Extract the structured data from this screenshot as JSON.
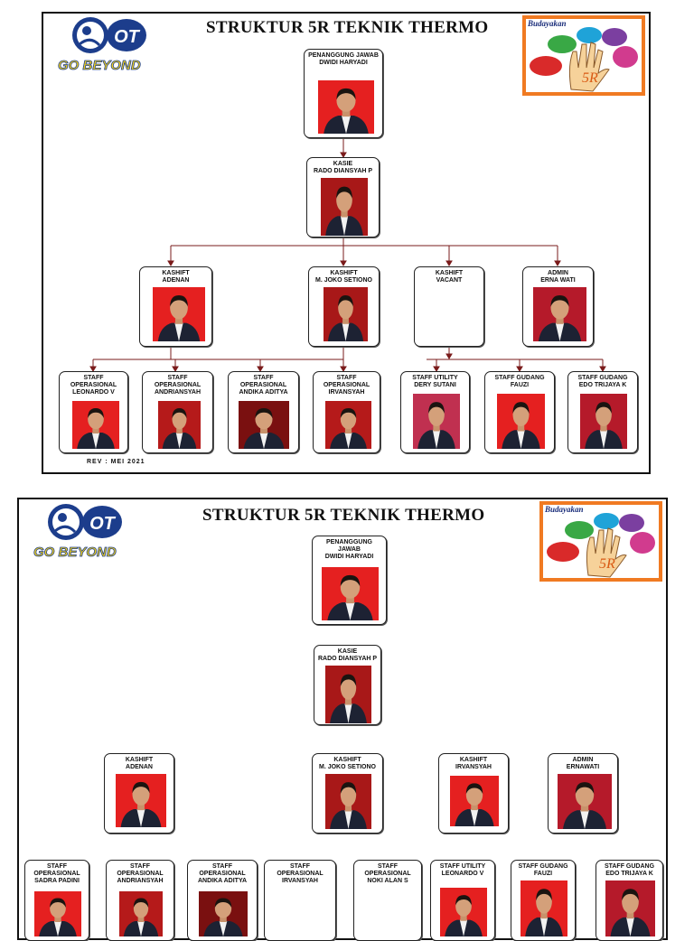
{
  "charts": [
    {
      "title": "STRUKTUR 5R TEKNIK THERMO",
      "logo_text": "GO BEYOND",
      "logo_mark": "OT",
      "badge_text": "Budayakan",
      "badge_5r": "5R",
      "rev": "REV : MEI 2021",
      "head": "PENANGGUNG JAWAB\nDWIDI HARYADI",
      "kasie": "KASIE\nRADO DIANSYAH P",
      "level2": [
        "KASHIFT\nADENAN",
        "KASHIFT\nM. JOKO SETIONO",
        "KASHIFT\nVACANT",
        "ADMIN\nERNA WATI"
      ],
      "staff": [
        "STAFF\nOPERASIONAL\nLEONARDO V",
        "STAFF\nOPERASIONAL\nANDRIANSYAH",
        "STAFF\nOPERASIONAL\nANDIKA ADITYA",
        "STAFF\nOPERASIONAL\nIRVANSYAH",
        "STAFF UTILITY\nDERY SUTANI",
        "STAFF GUDANG\nFAUZI",
        "STAFF GUDANG\nEDO TRIJAYA K"
      ]
    },
    {
      "title": "STRUKTUR 5R TEKNIK THERMO",
      "logo_text": "GO BEYOND",
      "logo_mark": "OT",
      "badge_text": "Budayakan",
      "badge_5r": "5R",
      "head": "PENANGGUNG\nJAWAB\nDWIDI HARYADI",
      "kasie": "KASIE\nRADO DIANSYAH P",
      "level2": [
        "KASHIFT\nADENAN",
        "KASHIFT\nM. JOKO SETIONO",
        "KASHIFT\nIRVANSYAH",
        "ADMIN\nERNAWATI"
      ],
      "staff": [
        "STAFF\nOPERASIONAL\nSADRA PADINI",
        "STAFF\nOPERASIONAL\nANDRIANSYAH",
        "STAFF\nOPERASIONAL\nANDIKA ADITYA",
        "STAFF\nOPERASIONAL\nIRVANSYAH",
        "STAFF\nOPERASIONAL\nNOKI ALAN S",
        "STAFF UTILITY\nLEONARDO V",
        "STAFF GUDANG\nFAUZI",
        "STAFF GUDANG\nEDO TRIJAYA K"
      ]
    }
  ]
}
